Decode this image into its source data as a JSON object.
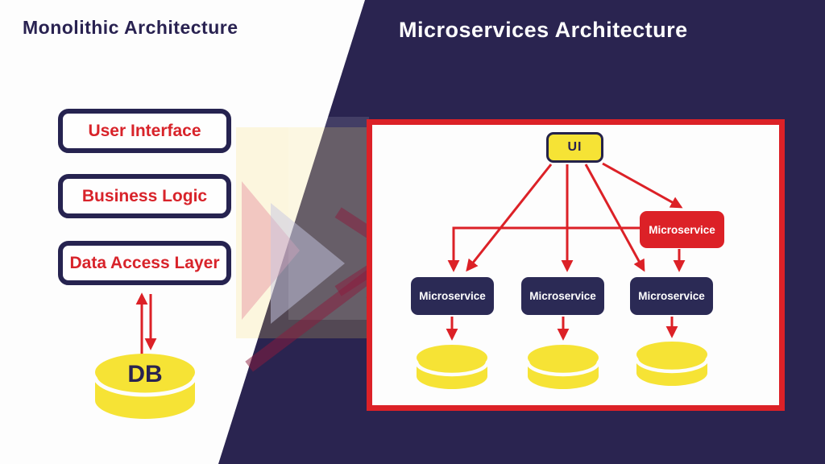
{
  "left_panel": {
    "title": "Monolithic Architecture",
    "layers": [
      {
        "label": "User Interface"
      },
      {
        "label": "Business Logic"
      },
      {
        "label": "Data Access Layer"
      }
    ],
    "database_label": "DB"
  },
  "right_panel": {
    "title": "Microservices Architecture",
    "ui_label": "UI",
    "gateway_service": {
      "label": "Microservice"
    },
    "services": [
      {
        "label": "Microservice"
      },
      {
        "label": "Microservice"
      },
      {
        "label": "Microservice"
      }
    ]
  },
  "colors": {
    "background_navy": "#2a2450",
    "panel_white": "#fdfdfd",
    "accent_red": "#dc2127",
    "accent_yellow": "#f6e335",
    "box_navy": "#2b2a55",
    "layer_text_red": "#d8232a",
    "title_navy": "#292251"
  }
}
